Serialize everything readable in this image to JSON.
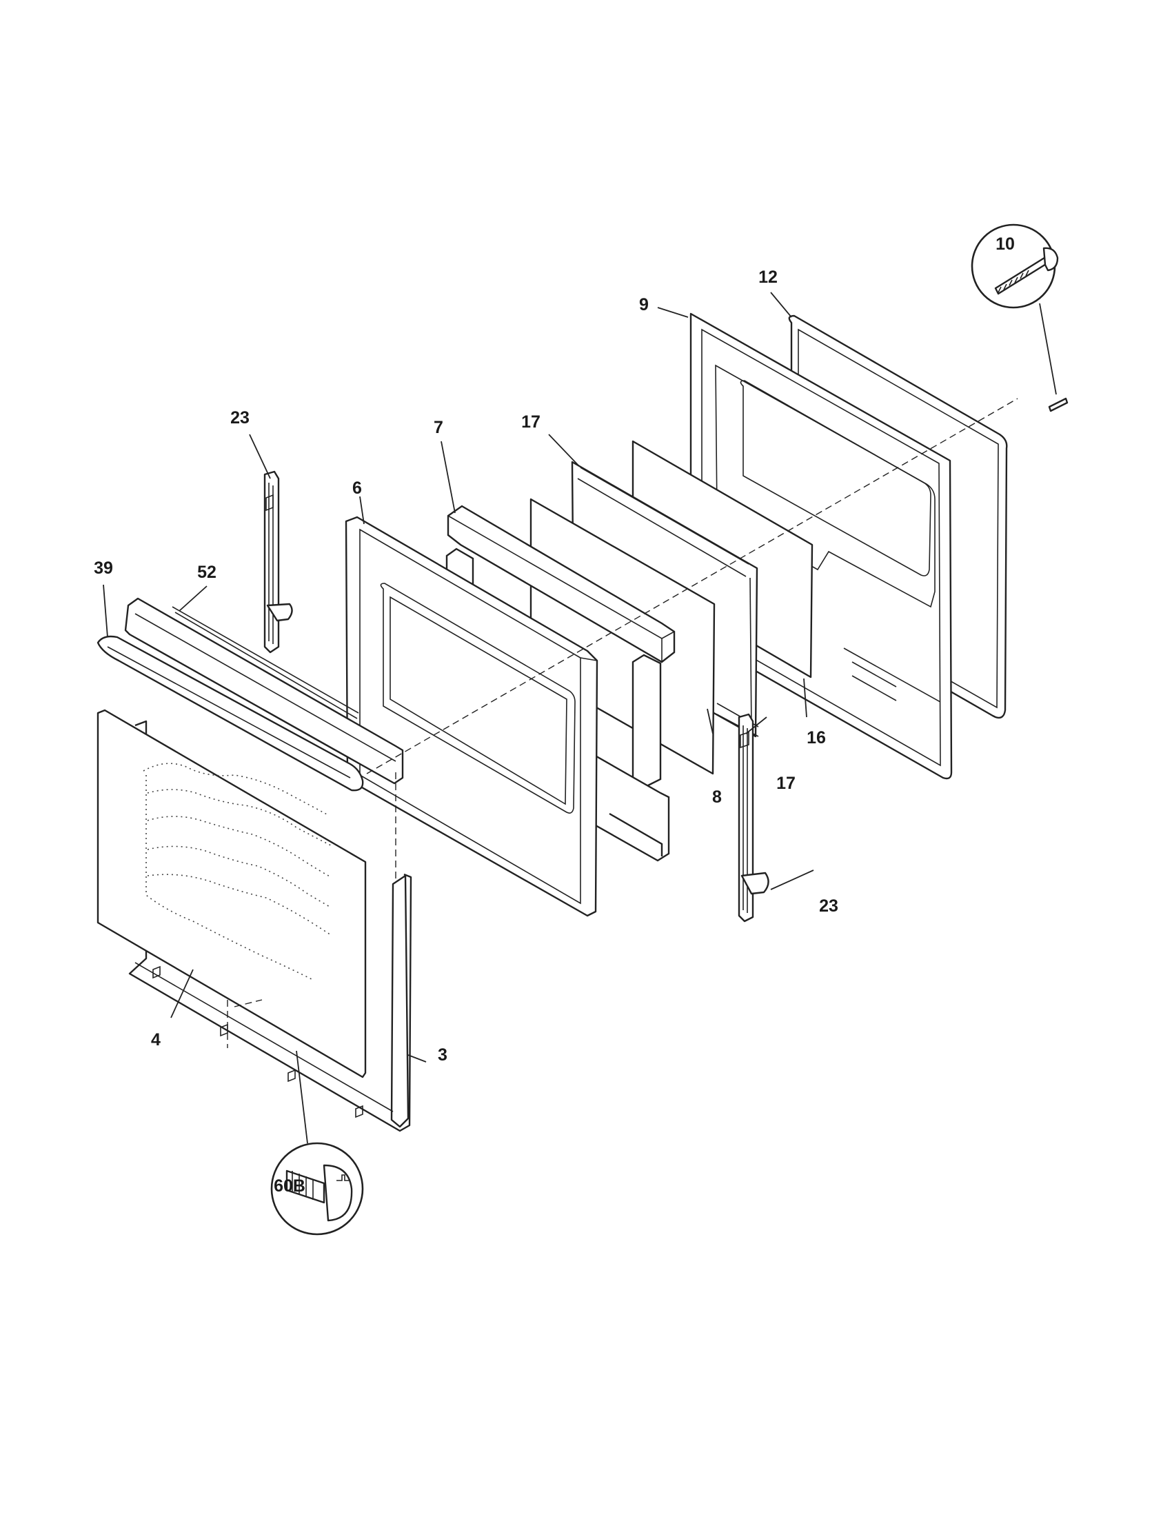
{
  "diagram": {
    "callouts": {
      "c3": "3",
      "c4": "4",
      "c6": "6",
      "c7": "7",
      "c8": "8",
      "c9": "9",
      "c10": "10",
      "c12": "12",
      "c16": "16",
      "c17a": "17",
      "c17b": "17",
      "c23a": "23",
      "c23b": "23",
      "c39": "39",
      "c52": "52",
      "c60b": "60B"
    }
  }
}
